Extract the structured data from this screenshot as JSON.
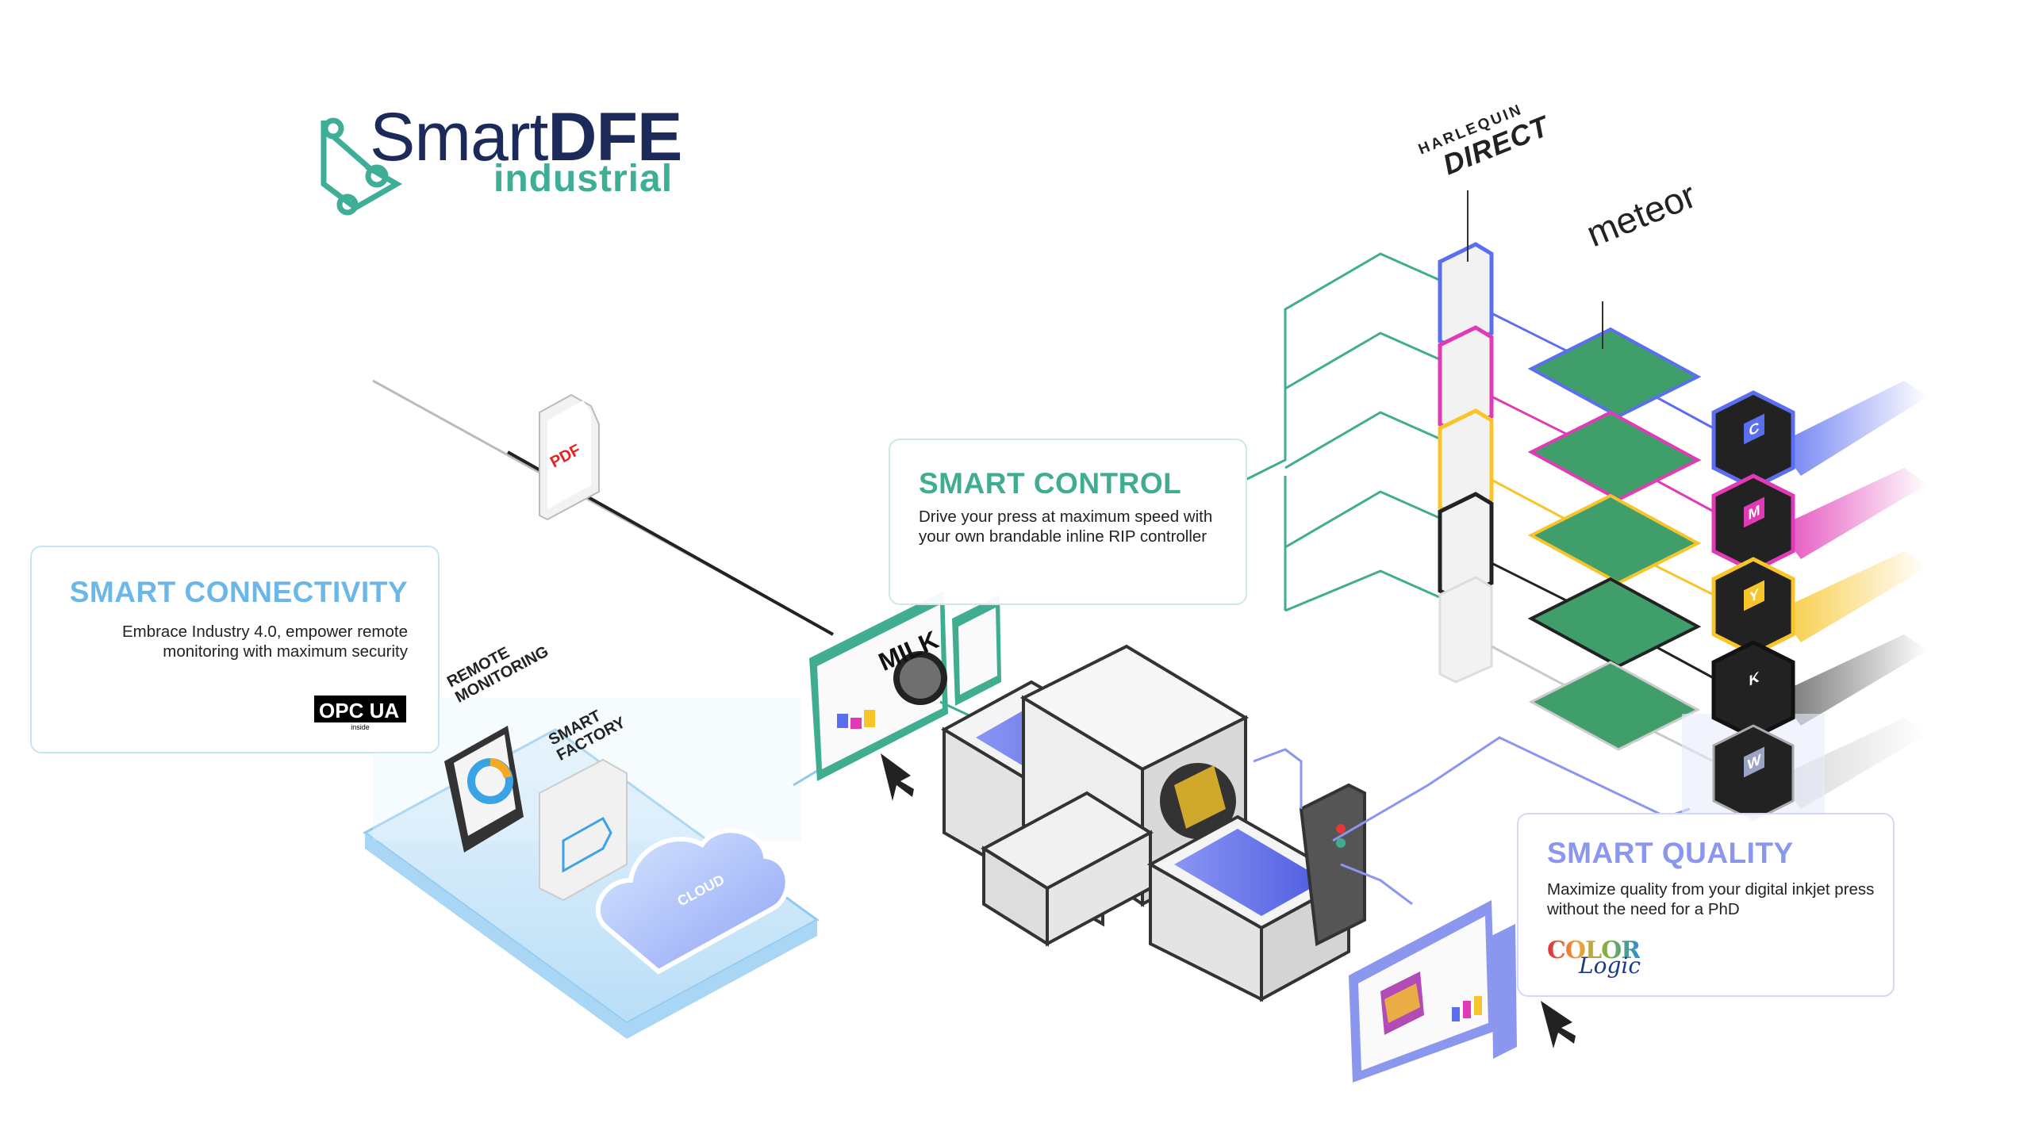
{
  "logo": {
    "smart": "Smart",
    "dfe": "DFE",
    "industrial": "industrial"
  },
  "connectivity": {
    "title": "SMART CONNECTIVITY",
    "text": "Embrace Industry 4.0, empower remote monitoring with maximum security",
    "badge_text": "OPC UA",
    "badge_sub": "inside"
  },
  "control": {
    "title": "SMART CONTROL",
    "text": "Drive your press at maximum speed with your own brandable inline RIP controller"
  },
  "quality": {
    "title": "SMART QUALITY",
    "text": "Maximize quality from your digital inkjet press without the need for a PhD",
    "partner_1": "COLOR",
    "partner_2": "Logic"
  },
  "labels": {
    "remote_1": "REMOTE",
    "remote_2": "MONITORING",
    "smart_1": "SMART",
    "smart_2": "FACTORY",
    "cloud": "CLOUD",
    "pdf": "PDF",
    "milk": "MILK"
  },
  "partners": {
    "harlequin_1": "HARLEQUIN",
    "harlequin_2": "DIRECT",
    "meteor": "meteor"
  },
  "ink_channels": [
    {
      "letter": "C",
      "color": "#5b6ef0"
    },
    {
      "letter": "M",
      "color": "#e13ab6"
    },
    {
      "letter": "Y",
      "color": "#f7c52a"
    },
    {
      "letter": "K",
      "color": "#222222"
    },
    {
      "letter": "W",
      "color": "#9aa3c4"
    }
  ],
  "colors": {
    "teal": "#3fae96",
    "navy": "#1c2a5a",
    "light_blue": "#6ab7e8",
    "lavender": "#8b96ee"
  }
}
